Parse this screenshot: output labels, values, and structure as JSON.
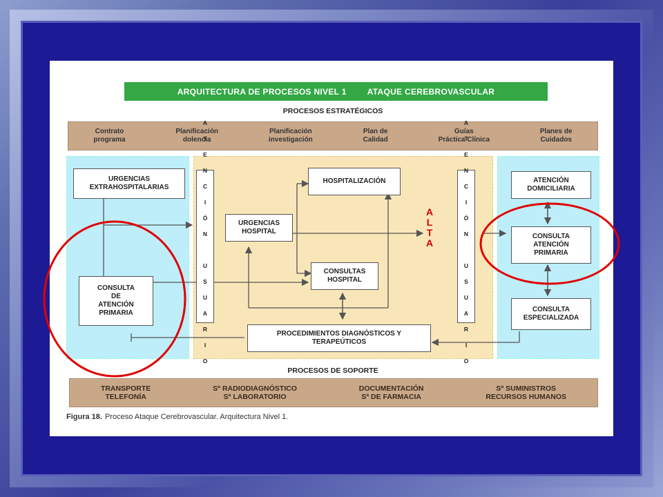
{
  "title": {
    "left": "ARQUITECTURA DE PROCESOS NIVEL 1",
    "right": "ATAQUE CEREBROVASCULAR"
  },
  "strategic": {
    "label": "PROCESOS ESTRATÉGICOS",
    "items": [
      "Contrato\nprograma",
      "Planificación\ndolencia",
      "Planificación\ninvestigación",
      "Plan de\nCalidad",
      "Guías\nPráctica Clínica",
      "Planes de\nCuidados"
    ]
  },
  "operative": {
    "urgencias_extra": "URGENCIAS\nEXTRAHOSPITALARIAS",
    "consulta_ap_left": "CONSULTA\nDE\nATENCIÓN\nPRIMARIA",
    "atencion_usuario_letters": [
      "A",
      "T",
      "E",
      "N",
      "C",
      "I",
      "Ó",
      "N",
      "",
      "U",
      "S",
      "U",
      "A",
      "R",
      "I",
      "O"
    ],
    "urgencias_hospital": "URGENCIAS\nHOSPITAL",
    "hospitalizacion": "HOSPITALIZACIÓN",
    "consultas_hospital": "CONSULTAS\nHOSPITAL",
    "procedimientos": "PROCEDIMIENTOS DIAGNÓSTICOS Y\nTERAPEÚTICOS",
    "alta_letters": [
      "A",
      "L",
      "T",
      "A"
    ],
    "atencion_domiciliaria": "ATENCIÓN\nDOMICILIARIA",
    "consulta_ap_right": "CONSULTA\nATENCIÓN\nPRIMARIA",
    "consulta_especializada": "CONSULTA\nESPECIALIZADA"
  },
  "support": {
    "label": "PROCESOS DE SOPORTE",
    "items": [
      "TRANSPORTE\nTELEFONÍA",
      "Sª RADIODIAGNÓSTICO\nSª LABORATORIO",
      "DOCUMENTACIÓN\nSª DE FARMACIA",
      "Sª SUMINISTROS\nRECURSOS HUMANOS"
    ]
  },
  "caption": {
    "figure": "Figura 18.",
    "text": "Proceso Ataque Cerebrovascular. Arquitectura Nivel 1."
  },
  "colors": {
    "title_bar": "#33a845",
    "brown_bar": "#c9a88a",
    "cyan_zone": "#bdeefa",
    "yellow_zone": "#f9e6b8",
    "highlight_circle": "#e00000",
    "background": "#1c1a94"
  }
}
